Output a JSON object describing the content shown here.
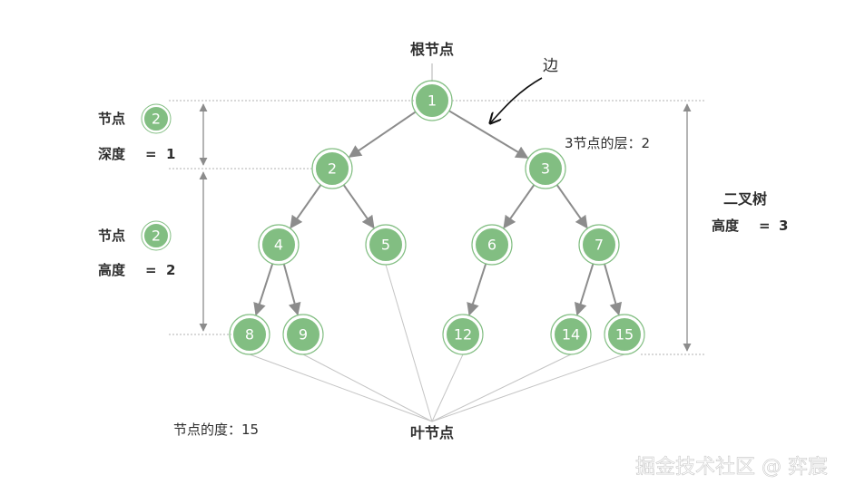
{
  "labels": {
    "root": "根节点",
    "edge": "边",
    "node_level": "3节点的层：2",
    "leaf": "叶节点",
    "node_degree": "节点的度：15",
    "node_a": "节点",
    "node_a_badge": "2",
    "depth_label": "深度",
    "depth_eq": "=",
    "depth_value": "1",
    "node_b": "节点",
    "node_b_badge": "2",
    "height_label": "高度",
    "height_eq": "=",
    "height_value": "2",
    "tree_title": "二叉树",
    "tree_height_label": "高度",
    "tree_height_eq": "=",
    "tree_height_value": "3",
    "watermark": "掘金技术社区 @ 弈宸"
  },
  "nodes": [
    {
      "id": "n1",
      "label": "1"
    },
    {
      "id": "n2",
      "label": "2"
    },
    {
      "id": "n3",
      "label": "3"
    },
    {
      "id": "n4",
      "label": "4"
    },
    {
      "id": "n5",
      "label": "5"
    },
    {
      "id": "n6",
      "label": "6"
    },
    {
      "id": "n7",
      "label": "7"
    },
    {
      "id": "n8",
      "label": "8"
    },
    {
      "id": "n9",
      "label": "9"
    },
    {
      "id": "n12",
      "label": "12"
    },
    {
      "id": "n14",
      "label": "14"
    },
    {
      "id": "n15",
      "label": "15"
    }
  ],
  "edges": [
    [
      "n1",
      "n2"
    ],
    [
      "n1",
      "n3"
    ],
    [
      "n2",
      "n4"
    ],
    [
      "n2",
      "n5"
    ],
    [
      "n3",
      "n6"
    ],
    [
      "n3",
      "n7"
    ],
    [
      "n4",
      "n8"
    ],
    [
      "n4",
      "n9"
    ],
    [
      "n6",
      "n12"
    ],
    [
      "n7",
      "n14"
    ],
    [
      "n7",
      "n15"
    ]
  ],
  "leaves": [
    "n8",
    "n9",
    "n5",
    "n12",
    "n14",
    "n15"
  ],
  "colors": {
    "node_fill": "#82be82",
    "node_ring": "#6aa56a",
    "edge": "#8c8c8c",
    "text": "#2e2e2e"
  }
}
